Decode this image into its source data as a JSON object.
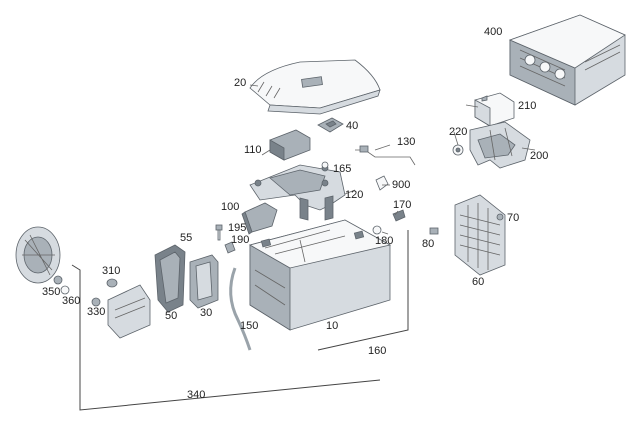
{
  "callouts": {
    "c400": "400",
    "c20": "20",
    "c40": "40",
    "c210": "210",
    "c220": "220",
    "c200": "200",
    "c130": "130",
    "c110": "110",
    "c165": "165",
    "c120": "120",
    "c900": "900",
    "c170": "170",
    "c100": "100",
    "c195": "195",
    "c190": "190",
    "c180": "180",
    "c70": "70",
    "c80": "80",
    "c55": "55",
    "c310": "310",
    "c350": "350",
    "c360": "360",
    "c330": "330",
    "c50": "50",
    "c30": "30",
    "c150": "150",
    "c10": "10",
    "c60": "60",
    "c160": "160",
    "c340": "340"
  }
}
